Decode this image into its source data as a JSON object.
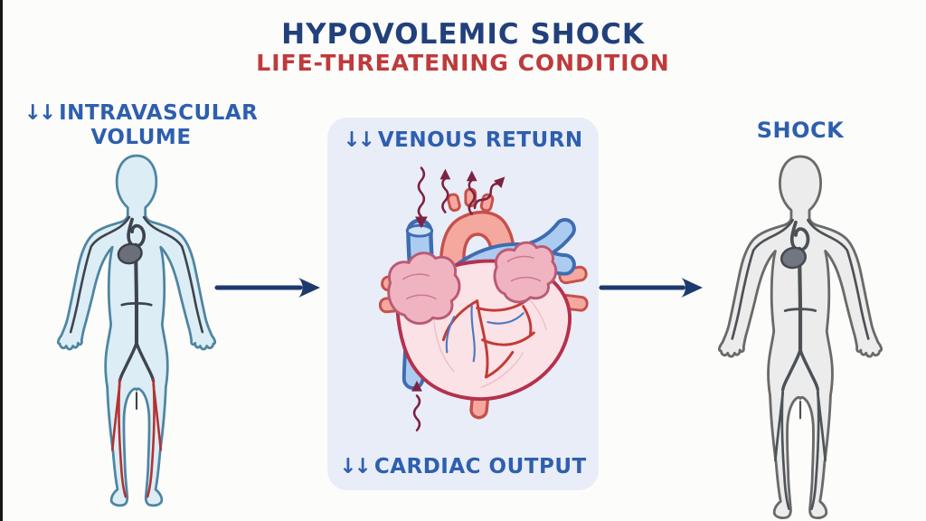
{
  "header": {
    "title": "HYPOVOLEMIC SHOCK",
    "subtitle": "LIFE-THREATENING CONDITION",
    "title_color": "#21407c",
    "subtitle_color": "#bf3a3c"
  },
  "left_section": {
    "arrows": "↓↓",
    "label_line1": "INTRAVASCULAR",
    "label_line2": "VOLUME",
    "label_color": "#2e5fae",
    "figure": "human-body-with-vasculature-blue"
  },
  "center_panel": {
    "background": "#e9edf8",
    "venous": {
      "arrows": "↓↓",
      "label": "VENOUS RETURN"
    },
    "cardiac": {
      "arrows": "↓↓",
      "label": "CARDIAC OUTPUT"
    },
    "figure": "anatomical-heart-with-great-vessels",
    "squiggle_arrow_color": "#7d2342"
  },
  "right_section": {
    "label": "SHOCK",
    "label_color": "#2e5fae",
    "figure": "human-body-with-vasculature-gray"
  },
  "flow": {
    "arrow_color": "#1d3a6e"
  }
}
